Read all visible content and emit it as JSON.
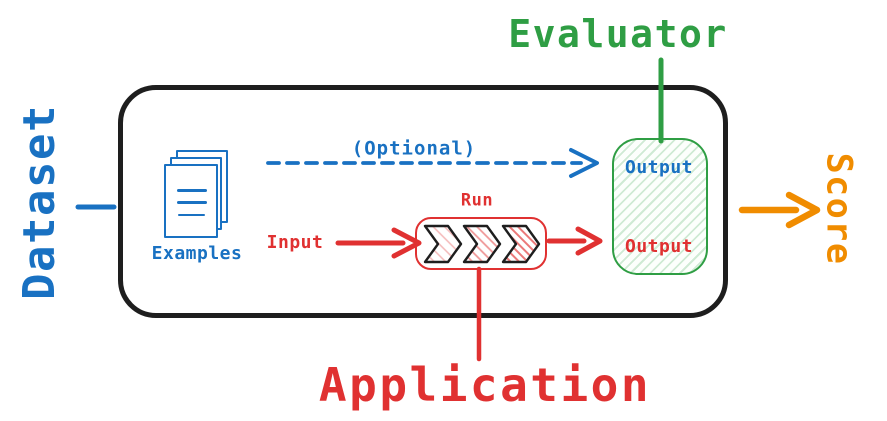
{
  "labels": {
    "dataset": "Dataset",
    "evaluator": "Evaluator",
    "score": "Score",
    "application": "Application",
    "examples": "Examples",
    "optional": "(Optional)",
    "input": "Input",
    "run": "Run",
    "reference_output": "Output",
    "app_output": "Output"
  },
  "colors": {
    "blue": "#1971c2",
    "green": "#2f9e44",
    "red": "#e03131",
    "orange": "#f08c00",
    "outline_black": "#1e1e1e"
  },
  "icons": {
    "examples_icon": "stacked-documents",
    "run_icon": "triple-chevron-process"
  }
}
